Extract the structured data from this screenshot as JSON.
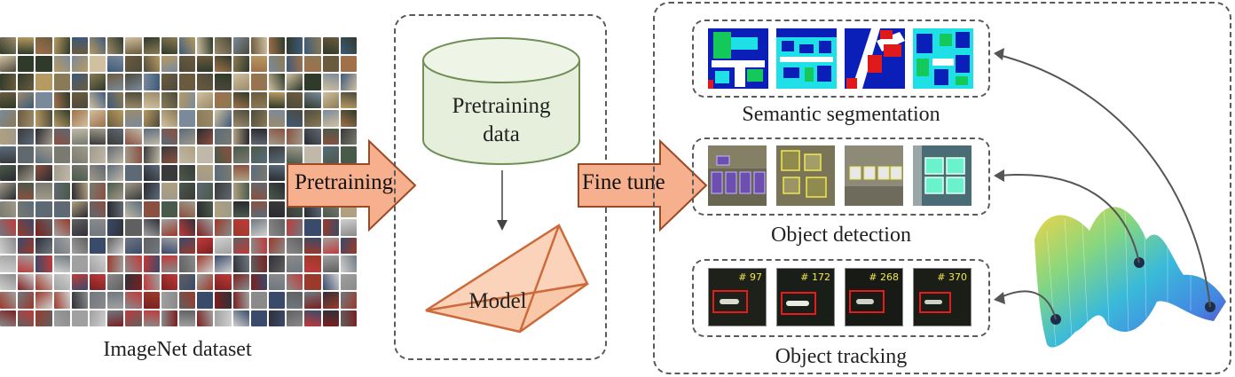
{
  "dataset": {
    "caption": "ImageNet dataset"
  },
  "arrows": {
    "pretraining": "Pretraining",
    "fine_tune": "Fine tune"
  },
  "middle": {
    "cylinder_label_1": "Pretraining",
    "cylinder_label_2": "data",
    "model_label": "Model"
  },
  "tasks": [
    {
      "caption": "Semantic segmentation"
    },
    {
      "caption": "Object detection"
    },
    {
      "caption": "Object tracking",
      "frame_labels": [
        "# 97",
        "# 172",
        "# 268",
        "# 370"
      ]
    }
  ],
  "colors": {
    "arrow_fill": "#f7b08d",
    "arrow_stroke": "#9a4a24",
    "cylinder_fill": "#e6efdb",
    "cylinder_stroke": "#6f8f56",
    "model_fill": "#fbd3bb",
    "model_stroke": "#cc6a3a",
    "dash": "#5a5a5a",
    "seg_blue": "#0a1fb8",
    "seg_cyan": "#1fe0e6",
    "seg_green": "#14c85a",
    "seg_white": "#ffffff",
    "seg_red": "#e01a1a",
    "tracking_box": "#e81b1b",
    "tracking_label": "#f2e84a"
  }
}
